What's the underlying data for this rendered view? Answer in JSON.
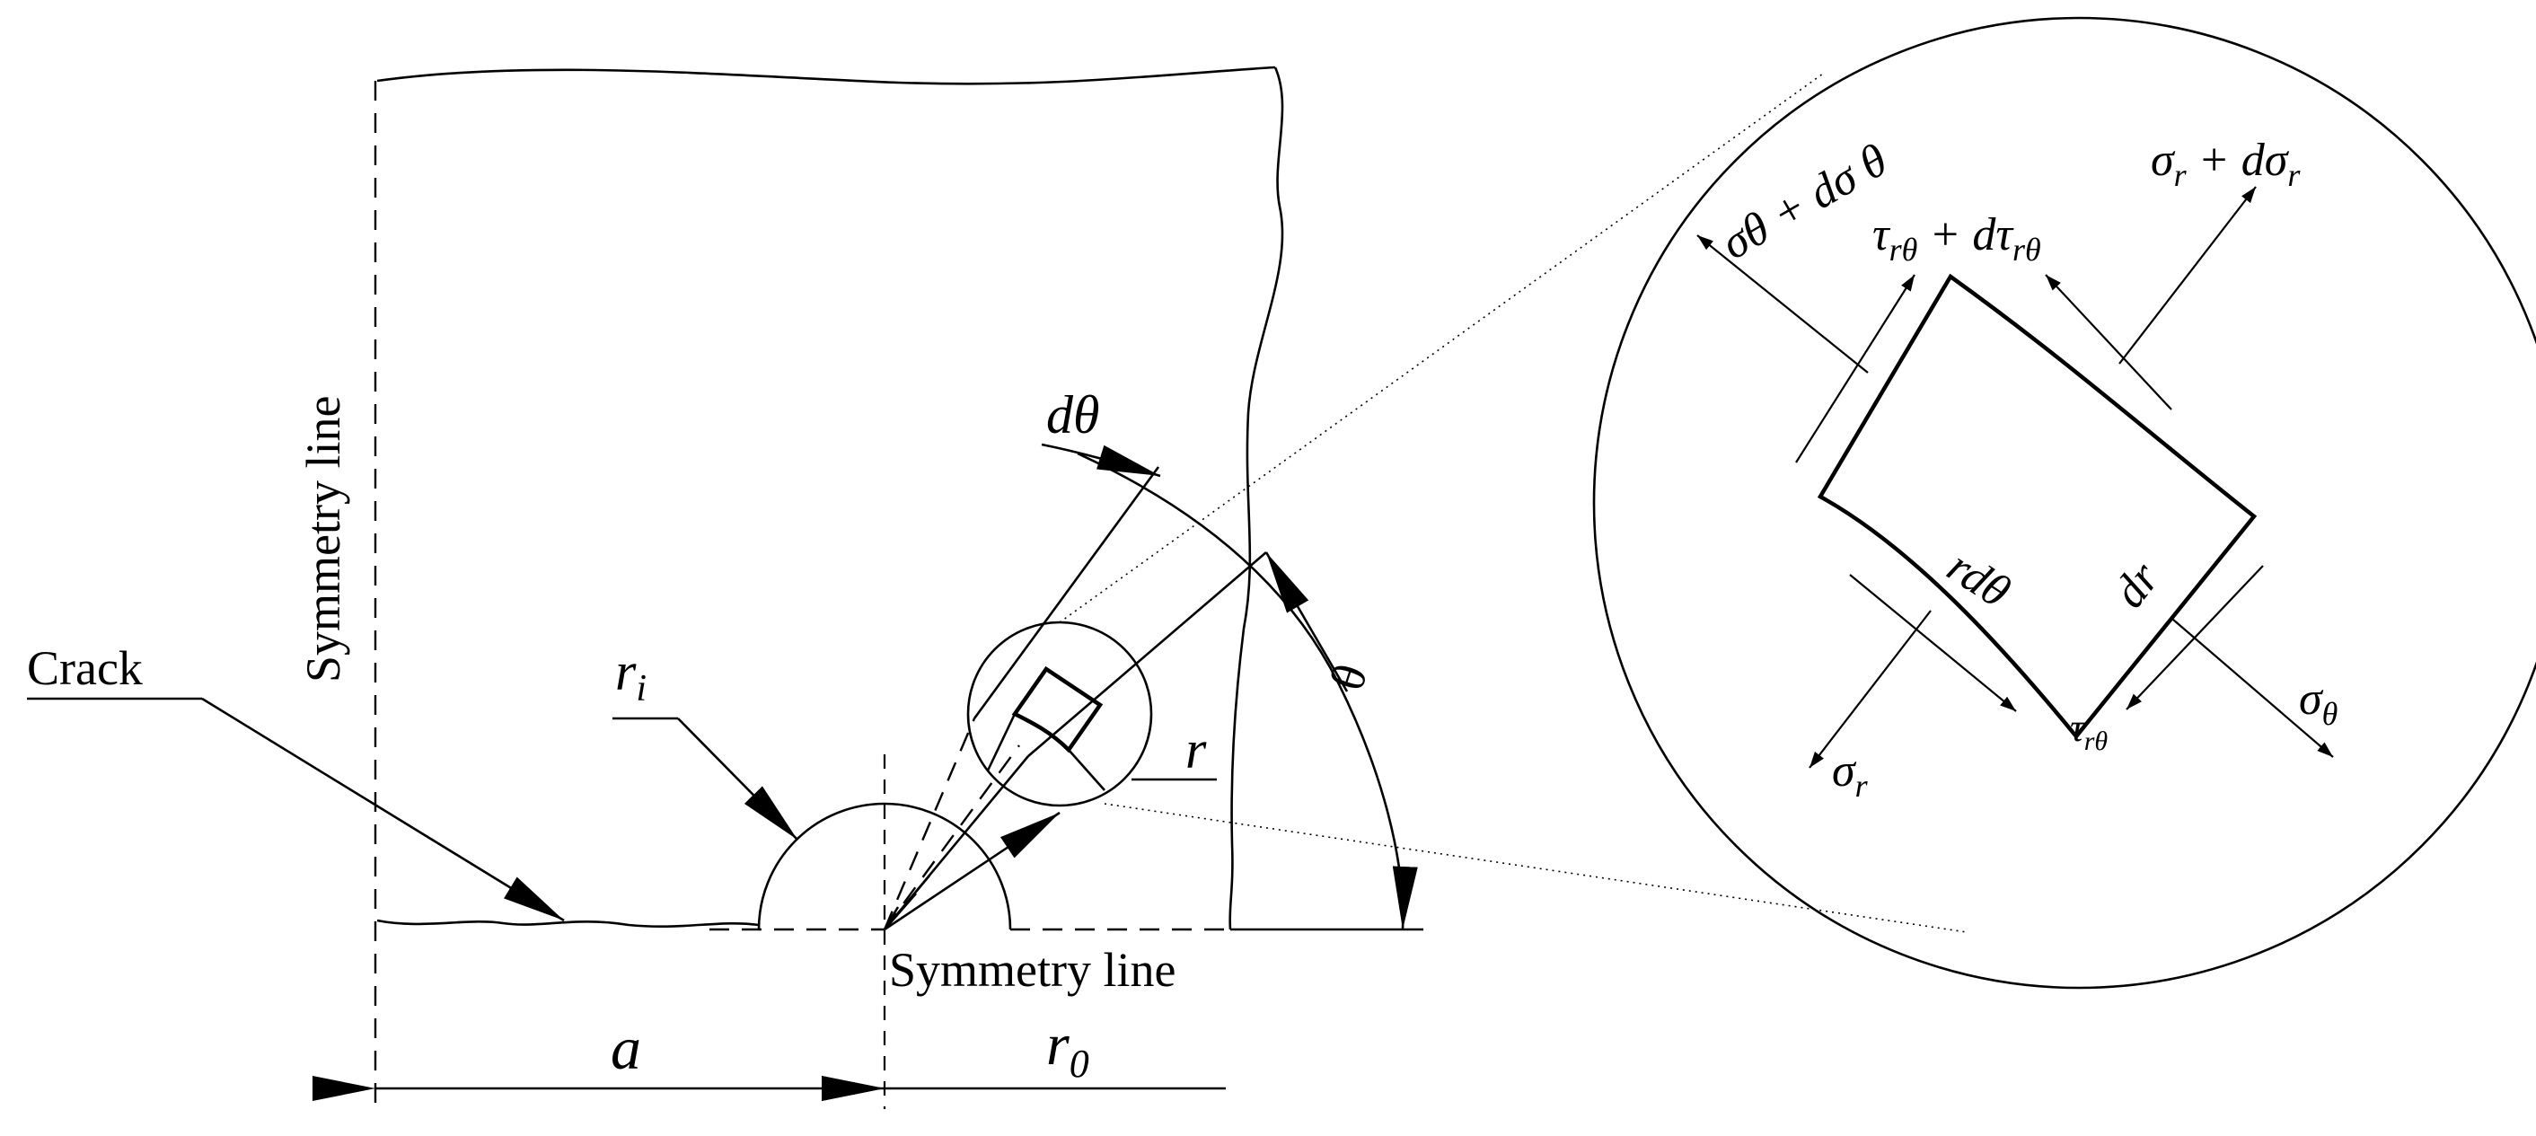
{
  "labels": {
    "symmetry_vertical": "Symmetry line",
    "symmetry_horizontal": "Symmetry line",
    "crack": "Crack",
    "a": "a",
    "r0": {
      "base": "r",
      "sub": "0"
    },
    "ri": {
      "base": "r",
      "sub": "i"
    },
    "r": "r",
    "dtheta": "dθ",
    "theta": "θ"
  },
  "inset": {
    "sigma_theta_plus": "σθ + dσ θ",
    "sigma_r_plus": {
      "base": "σ",
      "sub": "r",
      "mid": " + dσ",
      "sub2": "r"
    },
    "tau_plus": {
      "base": "τ",
      "sub": "rθ",
      "mid": " + dτ",
      "sub2": "rθ"
    },
    "rdtheta": "rdθ",
    "dr": "dr",
    "sigma_r": {
      "base": "σ",
      "sub": "r"
    },
    "tau": {
      "base": "τ",
      "sub": "rθ"
    },
    "sigma_theta": {
      "base": "σ",
      "sub": "θ"
    }
  }
}
